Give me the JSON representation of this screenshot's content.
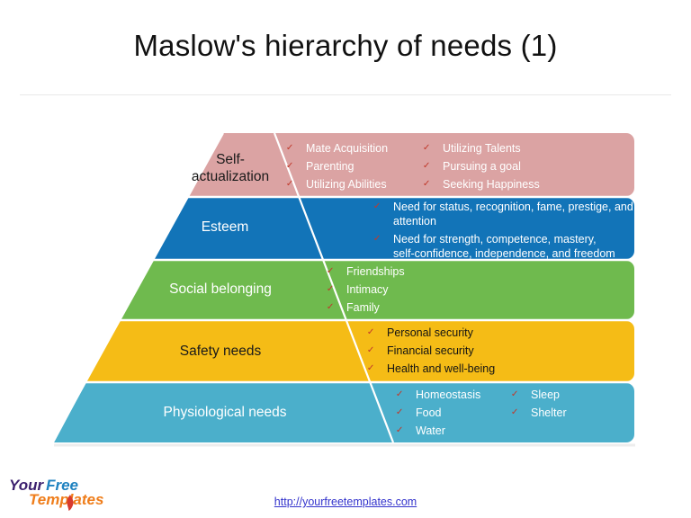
{
  "slide": {
    "title": "Maslow's hierarchy of needs (1)"
  },
  "pyramid": {
    "tiers": [
      {
        "key": "self-actualization",
        "label": "Self-\nactualization",
        "color": "#dba3a3",
        "label_color": "#1a1a1a",
        "bullet_color": "#ffffff",
        "columns": [
          [
            "Mate Acquisition",
            "Parenting",
            "Utilizing Abilities"
          ],
          [
            "Utilizing Talents",
            "Pursuing a goal",
            "Seeking Happiness"
          ]
        ]
      },
      {
        "key": "esteem",
        "label": "Esteem",
        "color": "#1274b8",
        "label_color": "#ffffff",
        "bullet_color": "#ffffff",
        "columns": [
          [
            "Need for status, recognition, fame, prestige, and\nattention",
            "Need for strength, competence, mastery,\nself-confidence, independence, and freedom"
          ]
        ]
      },
      {
        "key": "social-belonging",
        "label": "Social belonging",
        "color": "#6fba4e",
        "label_color": "#ffffff",
        "bullet_color": "#ffffff",
        "columns": [
          [
            "Friendships",
            "Intimacy",
            "Family"
          ]
        ]
      },
      {
        "key": "safety-needs",
        "label": "Safety needs",
        "color": "#f5bc16",
        "label_color": "#1a1a1a",
        "bullet_color": "#141414",
        "columns": [
          [
            "Personal security",
            "Financial security",
            "Health and well-being"
          ]
        ]
      },
      {
        "key": "physiological-needs",
        "label": "Physiological needs",
        "color": "#4bafcb",
        "label_color": "#ffffff",
        "bullet_color": "#ffffff",
        "columns": [
          [
            "Homeostasis",
            "Food",
            "Water"
          ],
          [
            "Sleep",
            "Shelter"
          ]
        ]
      }
    ],
    "bullet_marker": "✓"
  },
  "footer": {
    "logo": {
      "word1": "Your",
      "word2": "Free",
      "word3": "Templates",
      "color1": "#3b1f6e",
      "color2": "#1f82c0",
      "color3": "#ef7d1a",
      "leaf_color": "#d83a2e"
    },
    "url": "http://yourfreetemplates.com"
  }
}
